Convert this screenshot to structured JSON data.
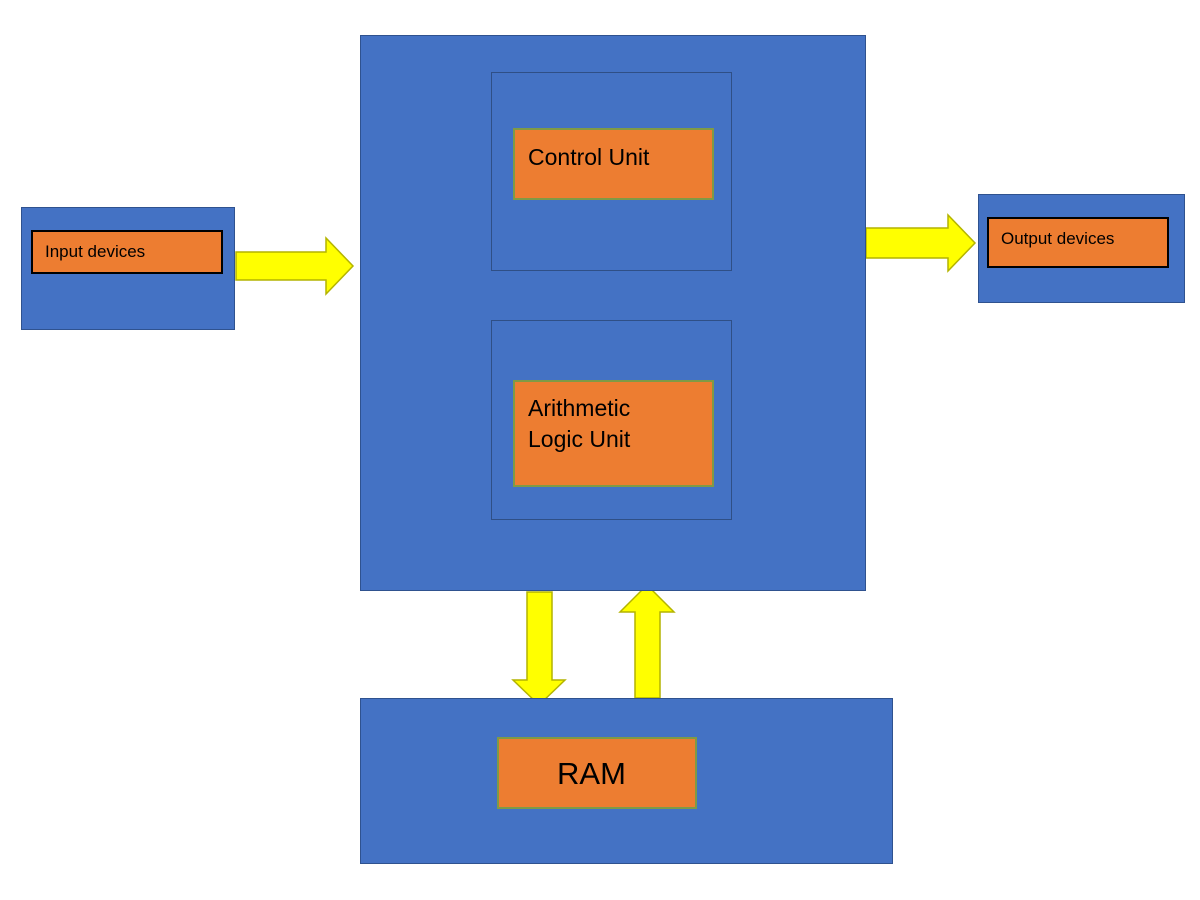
{
  "input_block": {
    "label": "Input devices"
  },
  "cpu_block": {
    "control_unit": {
      "label": "Control Unit"
    },
    "alu": {
      "label_line1": "Arithmetic",
      "label_line2": "Logic Unit"
    }
  },
  "output_block": {
    "label": "Output devices"
  },
  "ram_block": {
    "label": "RAM"
  },
  "colors": {
    "block_fill": "#4472c4",
    "label_fill": "#ed7d31",
    "arrow_fill": "#ffff00",
    "arrow_stroke": "#b4b400"
  },
  "connections": [
    {
      "from": "Input devices",
      "to": "CPU"
    },
    {
      "from": "CPU",
      "to": "Output devices"
    },
    {
      "from": "CPU",
      "to": "RAM"
    },
    {
      "from": "RAM",
      "to": "CPU"
    }
  ]
}
